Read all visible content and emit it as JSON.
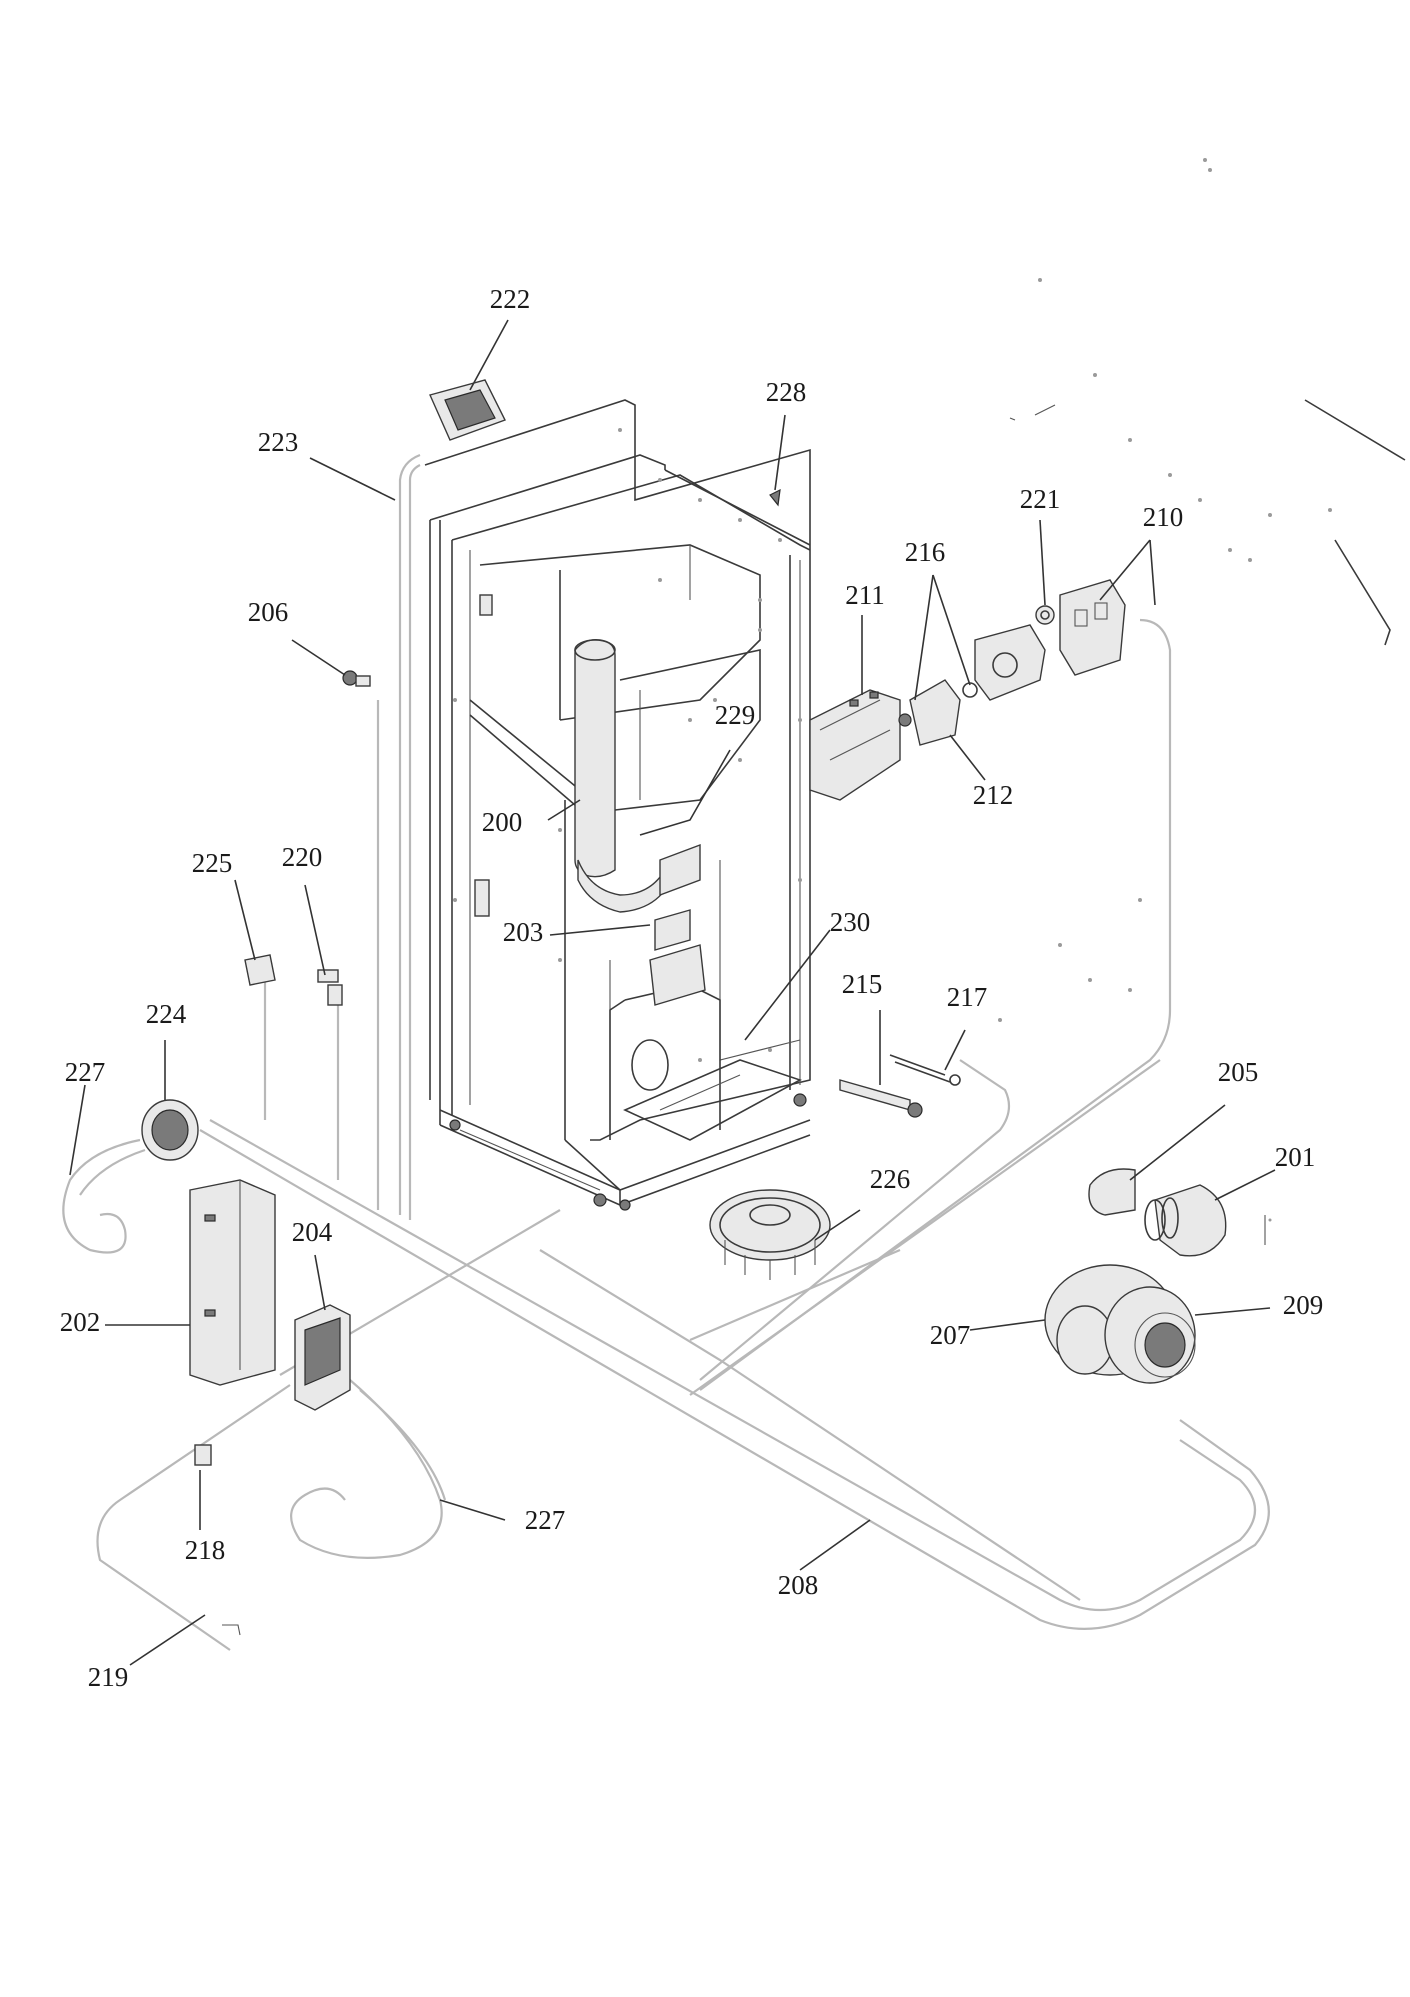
{
  "parts": [
    {
      "id": "p200",
      "label": "200"
    },
    {
      "id": "p201",
      "label": "201"
    },
    {
      "id": "p202",
      "label": "202"
    },
    {
      "id": "p203",
      "label": "203"
    },
    {
      "id": "p204",
      "label": "204"
    },
    {
      "id": "p205",
      "label": "205"
    },
    {
      "id": "p206",
      "label": "206"
    },
    {
      "id": "p207",
      "label": "207"
    },
    {
      "id": "p208",
      "label": "208"
    },
    {
      "id": "p209",
      "label": "209"
    },
    {
      "id": "p210",
      "label": "210"
    },
    {
      "id": "p211",
      "label": "211"
    },
    {
      "id": "p212",
      "label": "212"
    },
    {
      "id": "p215",
      "label": "215"
    },
    {
      "id": "p216",
      "label": "216"
    },
    {
      "id": "p217",
      "label": "217"
    },
    {
      "id": "p218",
      "label": "218"
    },
    {
      "id": "p219",
      "label": "219"
    },
    {
      "id": "p220",
      "label": "220"
    },
    {
      "id": "p221",
      "label": "221"
    },
    {
      "id": "p222",
      "label": "222"
    },
    {
      "id": "p223",
      "label": "223"
    },
    {
      "id": "p224",
      "label": "224"
    },
    {
      "id": "p225",
      "label": "225"
    },
    {
      "id": "p226",
      "label": "226"
    },
    {
      "id": "p227a",
      "label": "227"
    },
    {
      "id": "p227b",
      "label": "227"
    },
    {
      "id": "p228",
      "label": "228"
    },
    {
      "id": "p229",
      "label": "229"
    },
    {
      "id": "p230",
      "label": "230"
    }
  ],
  "colors": {
    "label": "#1a1a1a",
    "wire": "#b8b8b8",
    "linework": "#3a3a3a",
    "background": "#ffffff"
  }
}
